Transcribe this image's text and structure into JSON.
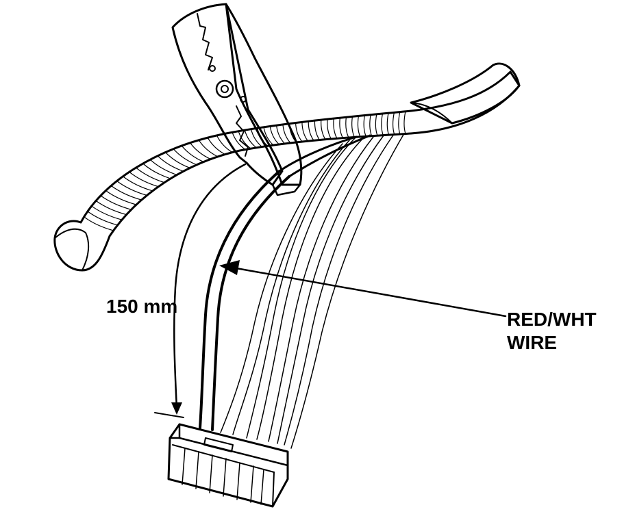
{
  "labels": {
    "measurement": "150 mm",
    "wire_line1": "RED/WHT",
    "wire_line2": "WIRE"
  },
  "colors": {
    "ink": "#000000",
    "paper": "#ffffff"
  }
}
